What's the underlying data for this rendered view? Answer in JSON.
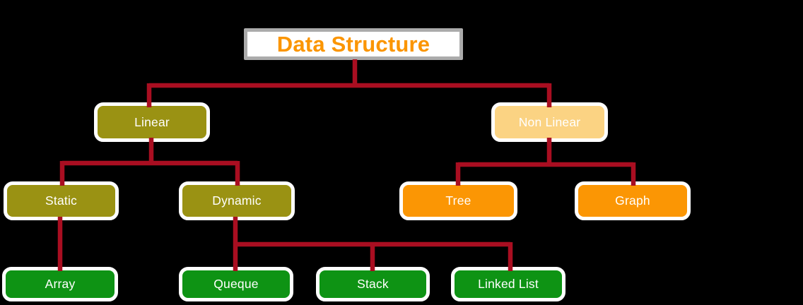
{
  "diagram": {
    "title": "Data Structure",
    "type": "hierarchy-tree",
    "nodes": {
      "root": {
        "label": "Data Structure",
        "level": 0
      },
      "linear": {
        "label": "Linear",
        "level": 1
      },
      "non_linear": {
        "label": "Non Linear",
        "level": 1
      },
      "static": {
        "label": "Static",
        "level": 2
      },
      "dynamic": {
        "label": "Dynamic",
        "level": 2
      },
      "tree": {
        "label": "Tree",
        "level": 2
      },
      "graph": {
        "label": "Graph",
        "level": 2
      },
      "array": {
        "label": "Array",
        "level": 3
      },
      "queque": {
        "label": "Queque",
        "level": 3
      },
      "stack": {
        "label": "Stack",
        "level": 3
      },
      "linked_list": {
        "label": "Linked List",
        "level": 3
      }
    },
    "hierarchy": {
      "root": [
        "linear",
        "non_linear"
      ],
      "linear": [
        "static",
        "dynamic"
      ],
      "non_linear": [
        "tree",
        "graph"
      ],
      "static": [
        "array"
      ],
      "dynamic": [
        "queque",
        "stack",
        "linked_list"
      ]
    },
    "colors": {
      "background": "#000000",
      "connector": "#a90e21",
      "root_fill": "#ffffff",
      "root_border": "#ababab",
      "root_text": "#fb9500",
      "olive_fill": "#9a9213",
      "cream_fill": "#fbd383",
      "orange_fill": "#fb9604",
      "green_fill": "#0e9314",
      "node_border": "#ffffff",
      "node_text": "#ffffff"
    }
  }
}
